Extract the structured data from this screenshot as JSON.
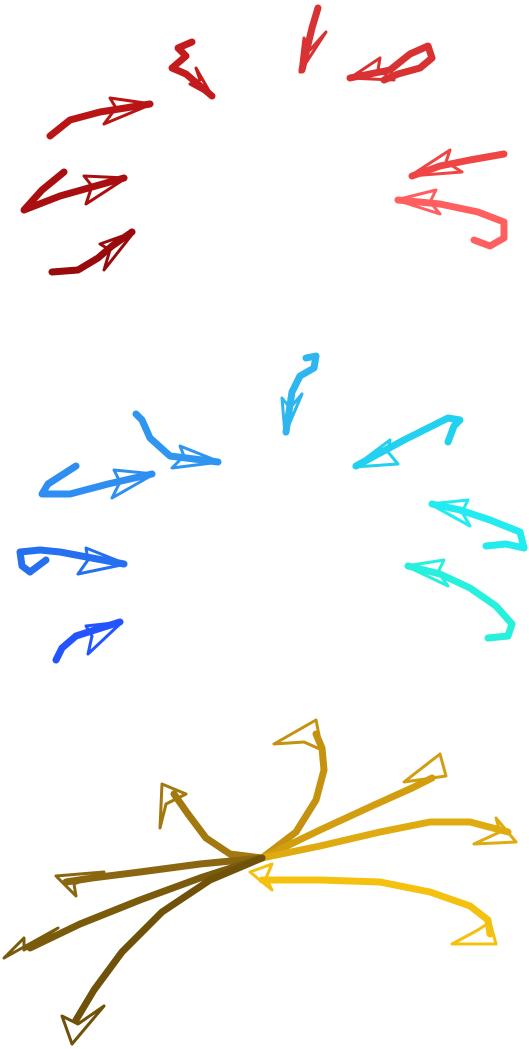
{
  "title": "",
  "groups": [
    {
      "name": "red-arrows-converging",
      "palette": [
        "#a90f10",
        "#b91515",
        "#c41b1c",
        "#cf2626",
        "#d83232",
        "#f04545",
        "#ff5f5f"
      ]
    },
    {
      "name": "blue-cyan-arrows-converging",
      "palette": [
        "#2255ff",
        "#2570f0",
        "#2e95f0",
        "#2fb6f0",
        "#26c8f0",
        "#22e8f5",
        "#27f0dc"
      ]
    },
    {
      "name": "gold-arrows-diverging",
      "palette": [
        "#6f5208",
        "#8a6610",
        "#a17813",
        "#bd8e12",
        "#d29d0e",
        "#e7b20d",
        "#f5c10f"
      ]
    }
  ]
}
